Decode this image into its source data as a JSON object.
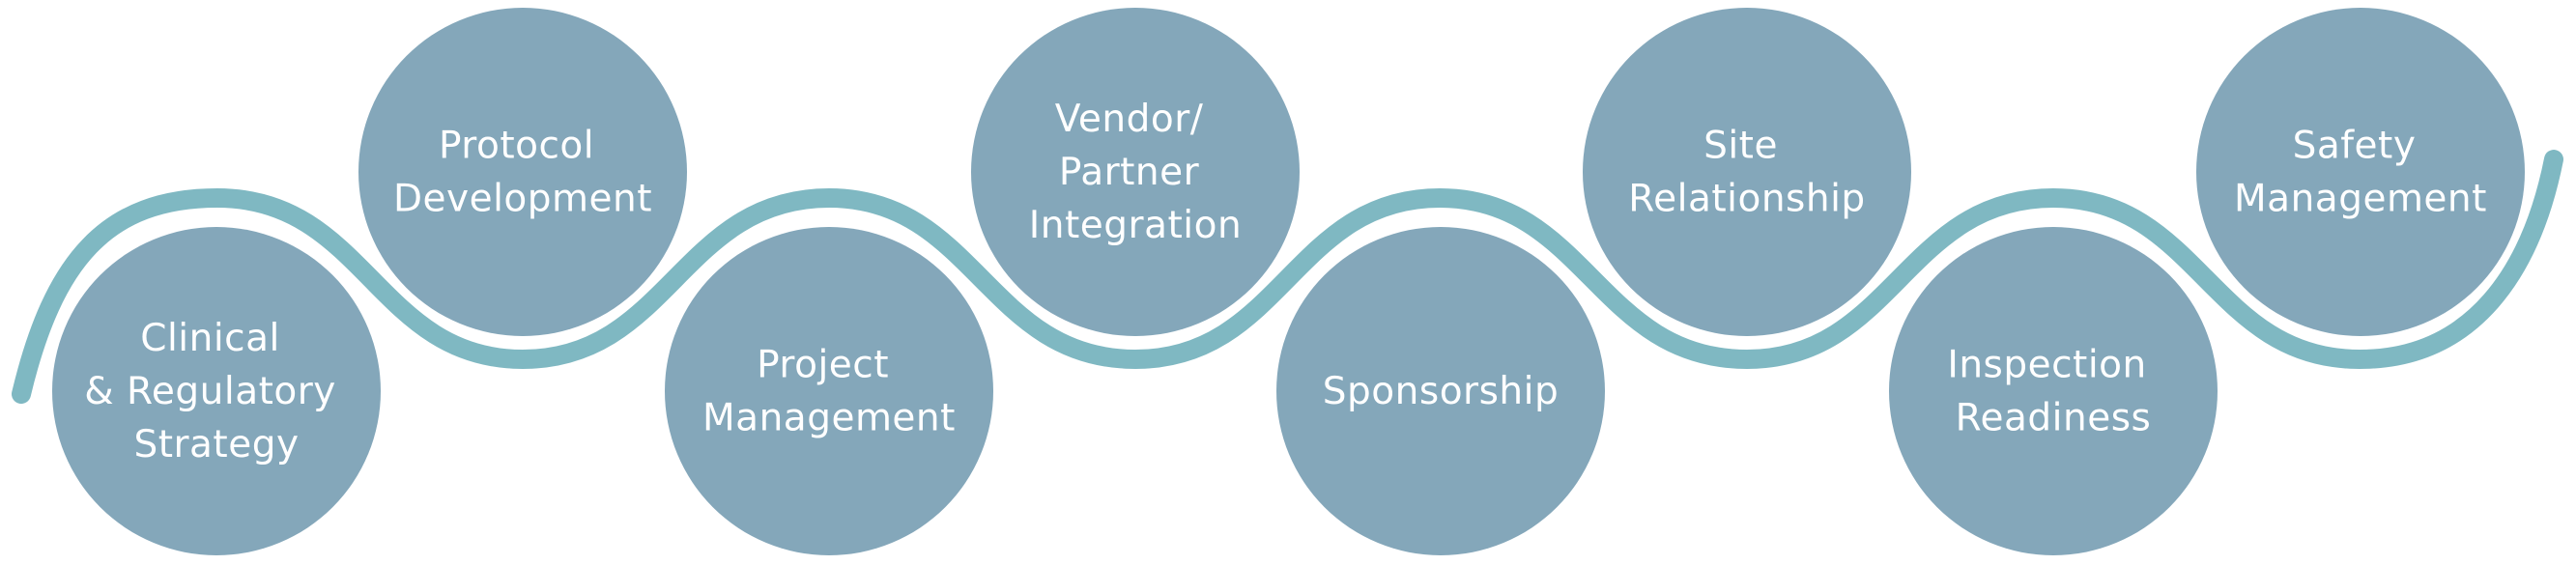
{
  "colors": {
    "circle": "#84a7ba",
    "connector": "#7fb8c2",
    "text": "#ffffff",
    "background": "#ffffff"
  },
  "steps": [
    {
      "lines": [
        "Clinical",
        "& Regulatory",
        "Strategy"
      ]
    },
    {
      "lines": [
        "Protocol",
        "Development"
      ]
    },
    {
      "lines": [
        "Project",
        "Management"
      ]
    },
    {
      "lines": [
        "Vendor/",
        "Partner",
        "Integration"
      ]
    },
    {
      "lines": [
        "Sponsorship"
      ]
    },
    {
      "lines": [
        "Site",
        "Relationship"
      ]
    },
    {
      "lines": [
        "Inspection",
        "Readiness"
      ]
    },
    {
      "lines": [
        "Safety",
        "Management"
      ]
    }
  ]
}
